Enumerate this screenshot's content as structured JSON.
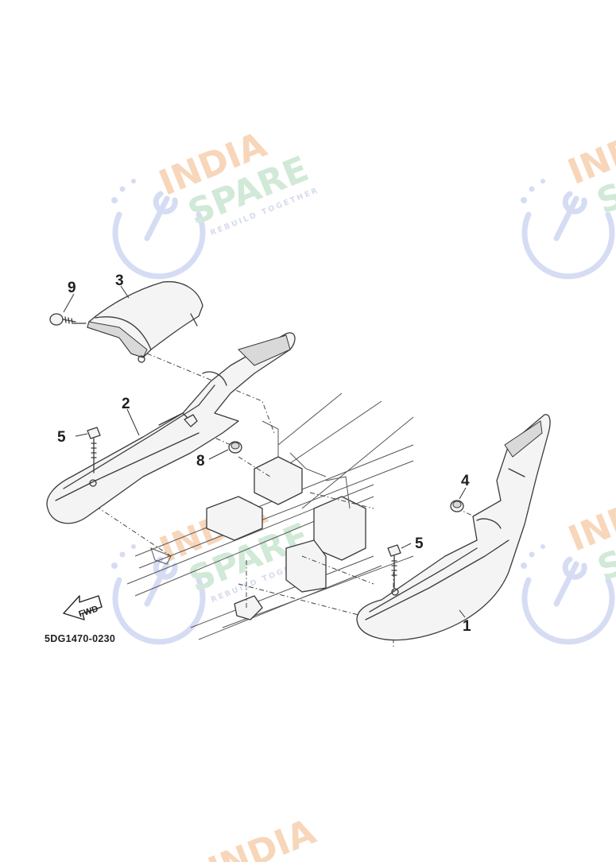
{
  "diagram": {
    "drawing_code": "5DG1470-0230",
    "direction_label": "FWD",
    "callouts": [
      {
        "id": "1",
        "label": "1"
      },
      {
        "id": "2",
        "label": "2"
      },
      {
        "id": "3",
        "label": "3"
      },
      {
        "id": "4",
        "label": "4"
      },
      {
        "id": "5a",
        "label": "5"
      },
      {
        "id": "5b",
        "label": "5"
      },
      {
        "id": "8",
        "label": "8"
      },
      {
        "id": "9",
        "label": "9"
      }
    ]
  },
  "watermark": {
    "line1": "INDIA",
    "line2": "SPARE",
    "tagline": "REBUILD TOGETHER",
    "colors": {
      "line1": "#f6cfae",
      "line2": "#c9e6d1",
      "icon": "#cfd6f1"
    }
  }
}
